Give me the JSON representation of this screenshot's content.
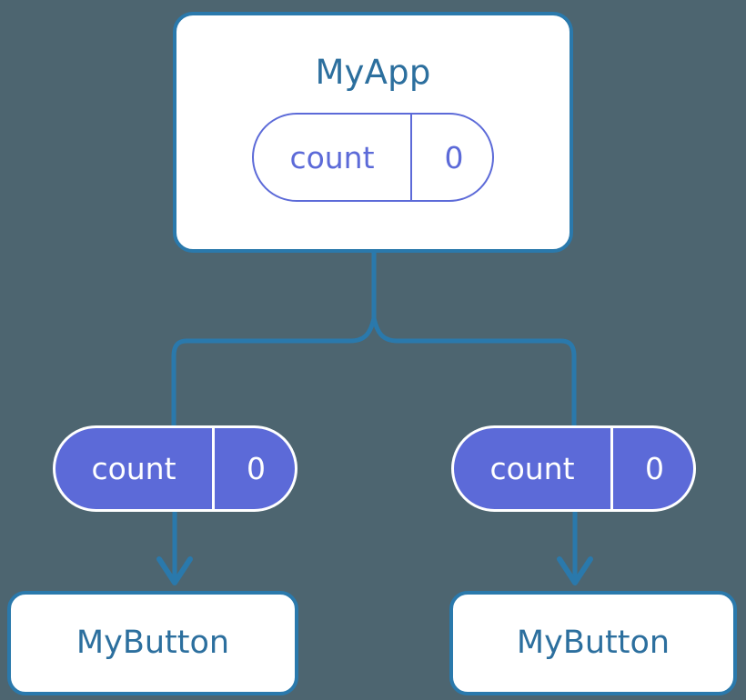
{
  "diagram": {
    "title": "MyApp",
    "background_color": "#4d6570",
    "accent_blue": "#2a79ac",
    "text_blue": "#2c6f9e",
    "accent_purple": "#5c6ad8",
    "card_fill": "#ffffff"
  },
  "root": {
    "label": "MyApp",
    "state_pill": {
      "key": "count",
      "value": "0",
      "style": "outline"
    }
  },
  "branches": [
    {
      "pill": {
        "key": "count",
        "value": "0",
        "style": "filled"
      },
      "child": {
        "label": "MyButton"
      }
    },
    {
      "pill": {
        "key": "count",
        "value": "0",
        "style": "filled"
      },
      "child": {
        "label": "MyButton"
      }
    }
  ],
  "connectors": [
    {
      "from": "MyApp",
      "to": "branch-split",
      "kind": "line"
    },
    {
      "from": "branch-split",
      "to": "pill-left",
      "kind": "elbow"
    },
    {
      "from": "branch-split",
      "to": "pill-right",
      "kind": "elbow"
    },
    {
      "from": "pill-left",
      "to": "MyButton-left",
      "kind": "arrow"
    },
    {
      "from": "pill-right",
      "to": "MyButton-right",
      "kind": "arrow"
    }
  ]
}
